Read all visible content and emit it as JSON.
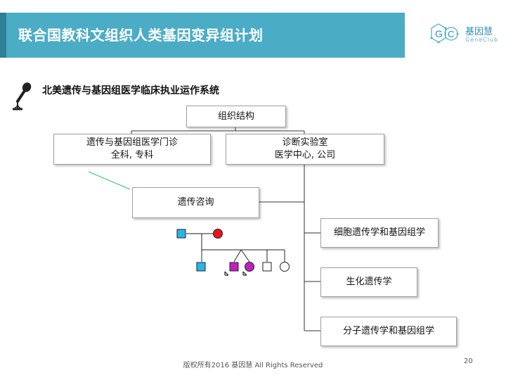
{
  "header": {
    "title": "联合国教科文组织人类基因变异组计划"
  },
  "logo": {
    "cn": "基因慧",
    "en": "GeneClub"
  },
  "section": {
    "title": "北美遗传与基因组医学临床执业运作系统"
  },
  "diagram": {
    "org": "组织结构",
    "clinic": {
      "line1": "遗传与基因组医学门诊",
      "line2": "全科, 专科"
    },
    "lab": {
      "line1": "诊断实验室",
      "line2": "医学中心, 公司"
    },
    "counseling": "遗传咨询",
    "cyto": "细胞遗传学和基因组学",
    "biochem": "生化遗传学",
    "molecular": "分子遗传学和基因组学"
  },
  "colors": {
    "title_bar": "#4bacc6",
    "male_affected": "#29b5e8",
    "female_affected": "#e8161b",
    "twin_affected": "#c020c0"
  },
  "footer": {
    "copyright": "版权所有2016 基因慧 All Rights Reserved",
    "page": "20"
  }
}
